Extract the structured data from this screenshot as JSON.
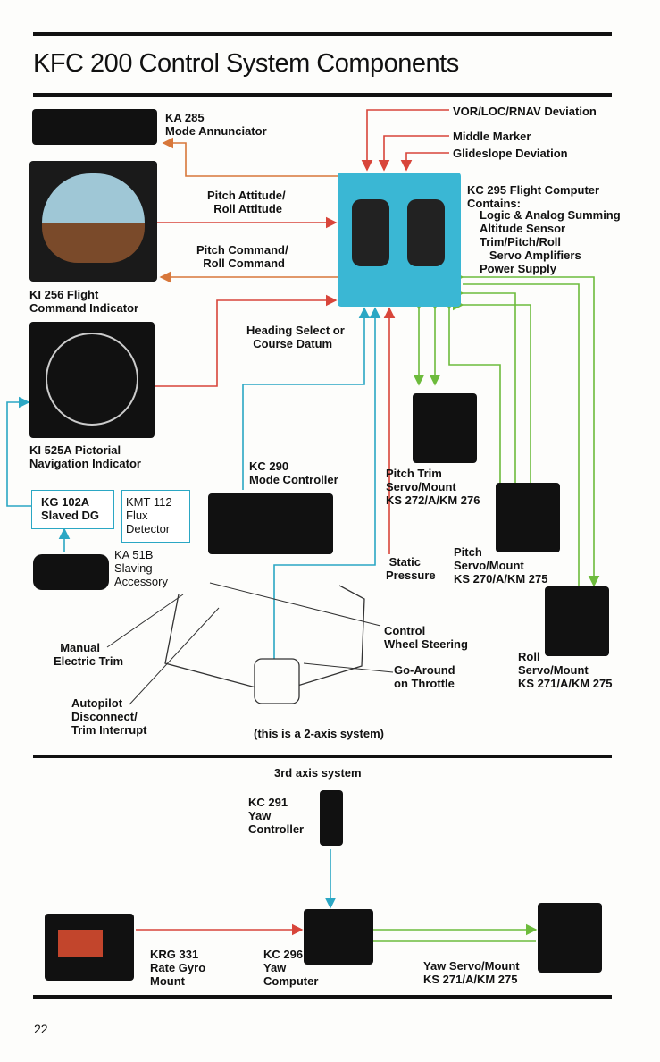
{
  "title": "KFC 200 Control System Components",
  "page_number": "22",
  "colors": {
    "red": "#d8453a",
    "orange": "#d8773a",
    "cyan": "#2ba7c4",
    "green": "#6dbb3c"
  },
  "labels": {
    "ka285": "KA 285\nMode Annunciator",
    "vor_loc": "VOR/LOC/RNAV Deviation",
    "marker": "Middle Marker",
    "glideslope": "Glideslope Deviation",
    "kc295": "KC 295 Flight Computer\nContains:",
    "kc295_contents": "Logic & Analog Summing\nAltitude Sensor\nTrim/Pitch/Roll\n   Servo Amplifiers\nPower Supply",
    "pitch_attitude": "Pitch Attitude/\n  Roll Attitude",
    "pitch_command": "Pitch Command/\n  Roll Command",
    "ki256": "KI 256 Flight\nCommand Indicator",
    "heading_select": "Heading Select or\n  Course Datum",
    "ki525a": "KI 525A Pictorial\nNavigation Indicator",
    "kc290": "KC 290\nMode Controller",
    "pitch_trim": "Pitch Trim\nServo/Mount\nKS 272/A/KM 276",
    "kg102a": "KG 102A\nSlaved DG",
    "kmt112": "KMT 112\nFlux\nDetector",
    "ka51b": "KA 51B\nSlaving\nAccessory",
    "static": " Static\nPressure",
    "pitch_servo": "Pitch\nServo/Mount\nKS 270/A/KM 275",
    "cws": "Control\nWheel Steering",
    "manual_trim": "  Manual\nElectric Trim",
    "roll_servo": "Roll\nServo/Mount\nKS 271/A/KM 275",
    "go_around": "Go-Around\non Throttle",
    "ap_disconnect": "Autopilot\nDisconnect/\nTrim Interrupt",
    "two_axis": "(this is a 2-axis system)",
    "third_axis": "3rd axis system",
    "kc291": "KC 291\nYaw\nController",
    "krg331": "KRG 331\nRate Gyro\nMount",
    "kc296": "KC 296\nYaw\nComputer",
    "yaw_servo": "Yaw Servo/Mount\nKS 271/A/KM 275"
  }
}
